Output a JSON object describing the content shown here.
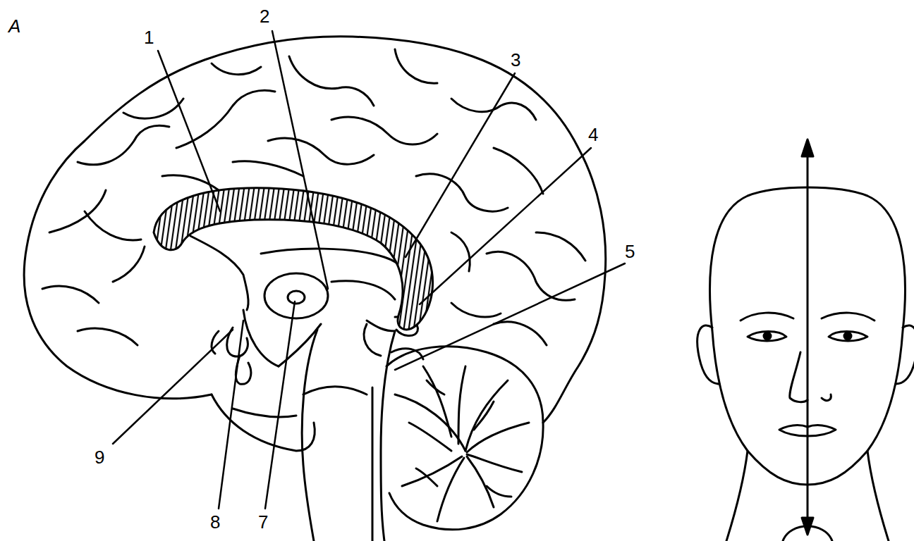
{
  "diagram": {
    "labels": [
      "A",
      "1",
      "2",
      "3",
      "4",
      "5",
      "9",
      "8",
      "7"
    ]
  }
}
